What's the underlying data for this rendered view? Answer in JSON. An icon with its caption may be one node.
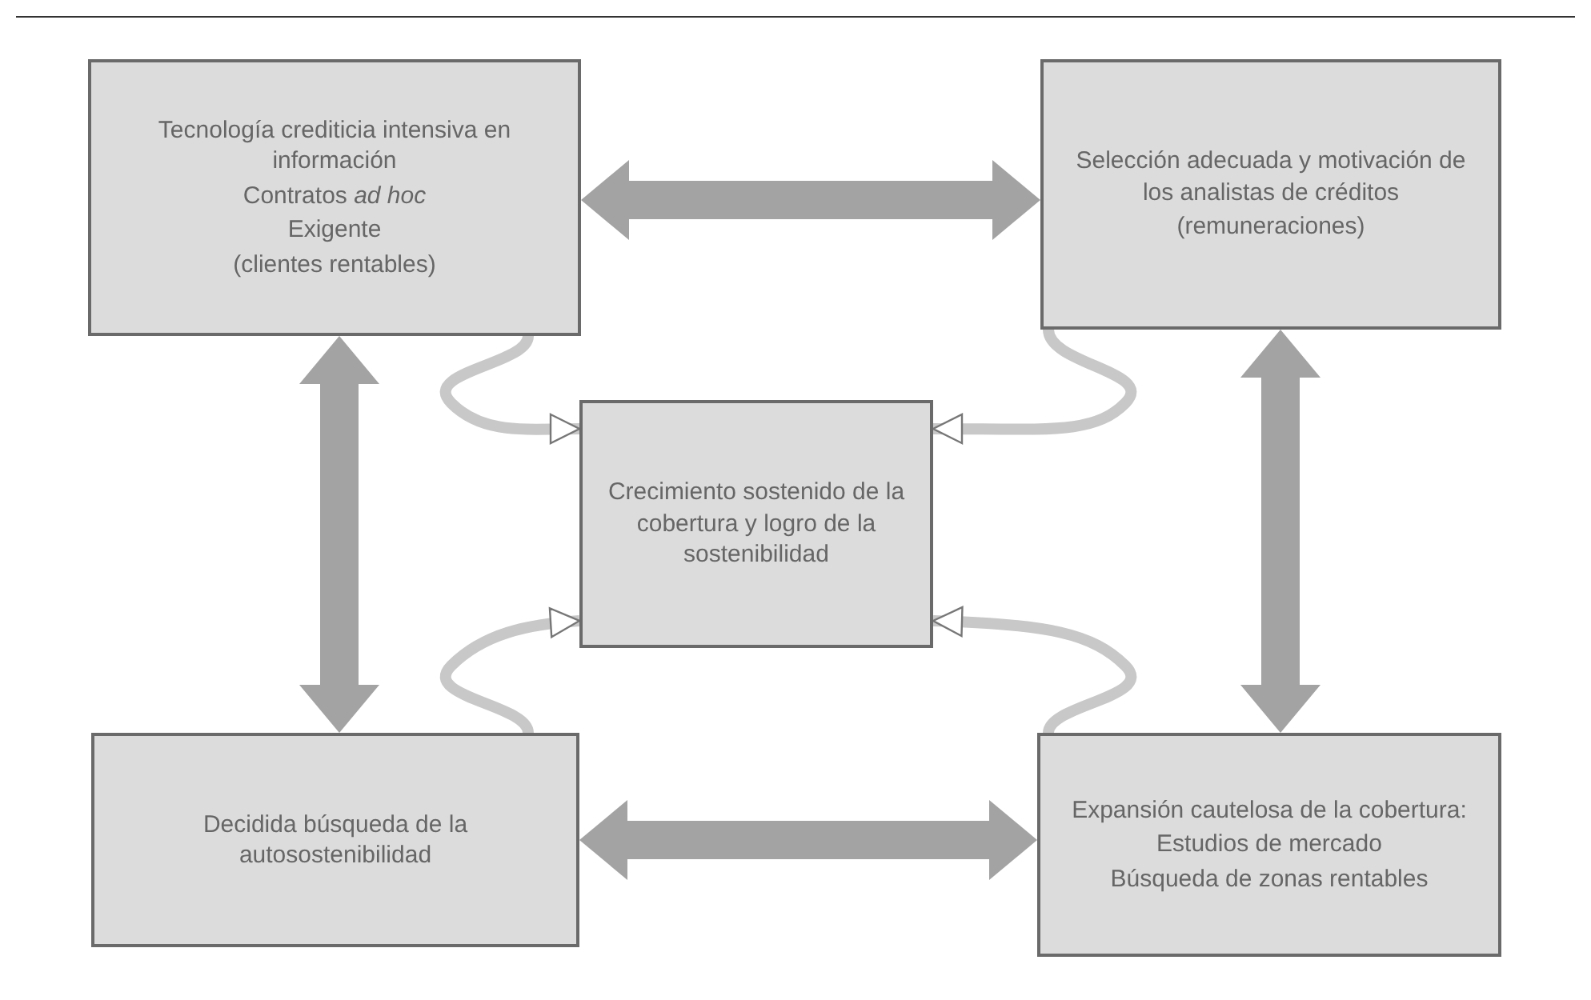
{
  "diagram": {
    "nodes": [
      {
        "text": [
          "Tecnología crediticia intensiva en información",
          "Contratos *ad hoc*",
          "Exigente",
          "(clientes rentables)"
        ]
      },
      {
        "text": [
          "Selección adecuada y motivación de los analistas de créditos",
          "(remuneraciones)"
        ]
      },
      {
        "text": [
          "Crecimiento sostenido de la cobertura y logro de la sostenibilidad"
        ]
      },
      {
        "text": [
          "Decidida búsqueda de la autosostenibilidad"
        ]
      },
      {
        "text": [
          "Expansión cautelosa de la cobertura:",
          "Estudios de mercado",
          "Búsqueda de zonas rentables"
        ]
      }
    ],
    "edges": [
      {
        "from": 0,
        "to": 1,
        "arrow": "both",
        "style": "thick"
      },
      {
        "from": 0,
        "to": 3,
        "arrow": "both",
        "style": "thick"
      },
      {
        "from": 1,
        "to": 4,
        "arrow": "both",
        "style": "thick"
      },
      {
        "from": 3,
        "to": 4,
        "arrow": "both",
        "style": "thick"
      },
      {
        "from": 0,
        "to": 2,
        "arrow": "to"
      },
      {
        "from": 1,
        "to": 2,
        "arrow": "to"
      },
      {
        "from": 3,
        "to": 2,
        "arrow": "to"
      },
      {
        "from": 4,
        "to": 2,
        "arrow": "to"
      }
    ]
  }
}
